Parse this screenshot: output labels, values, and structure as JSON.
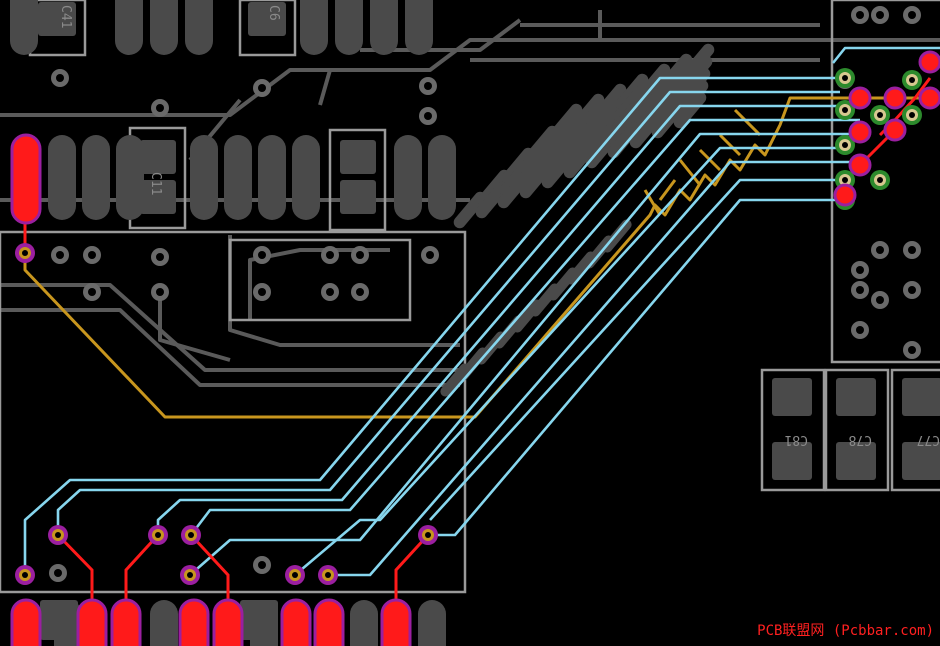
{
  "board": {
    "background": "#000000",
    "colors": {
      "grey_trace": "#5a5a5a",
      "grey_pad": "#4a4a4a",
      "silkscreen": "#9a9a9a",
      "cyan_trace": "#87d6ee",
      "gold_trace": "#c8961e",
      "red_pad": "#ff1a1a",
      "via_ring_purple": "#9b1fa0",
      "via_ring_green": "#2c8a2c"
    }
  },
  "silkscreen_labels": [
    "C81",
    "C78",
    "C77",
    "C41",
    "C11",
    "C6"
  ],
  "watermark": "PCB联盟网 (Pcbbar.com)"
}
